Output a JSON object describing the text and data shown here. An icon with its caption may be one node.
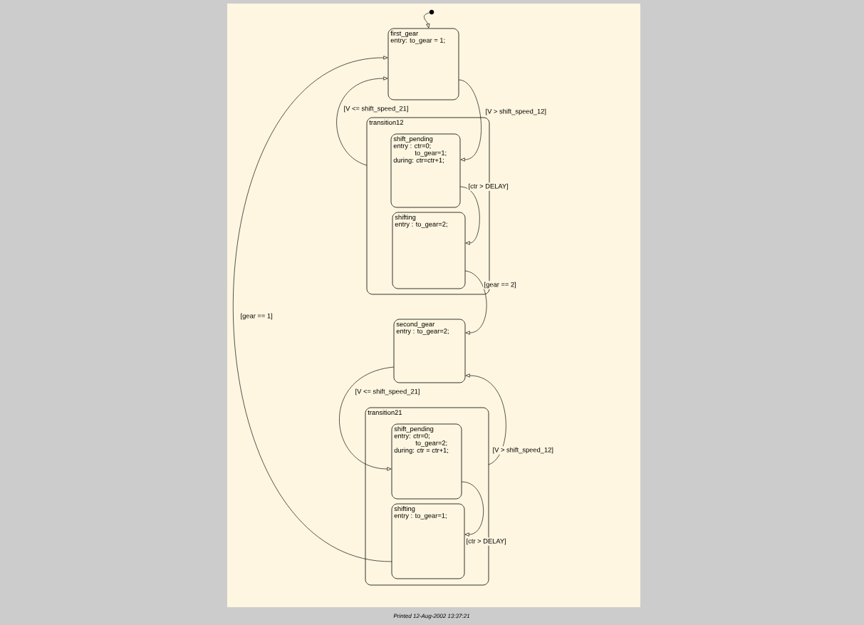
{
  "diagram": {
    "nodes": [
      {
        "text": [
          "first_gear",
          "entry: to_gear = 1;"
        ]
      },
      {
        "text": [
          "transition12"
        ]
      },
      {
        "text": [
          "shift_pending",
          "entry : ctr=0;",
          "to_gear=1;",
          "during: ctr=ctr+1;"
        ],
        "in": 1
      },
      {
        "text": [
          "shifting",
          "entry : to_gear=2;"
        ],
        "in": 1
      },
      {
        "text": [
          "second_gear",
          "entry : to_gear=2;"
        ]
      },
      {
        "text": [
          "transition21"
        ]
      },
      {
        "text": [
          "shift_pending",
          "entry: ctr=0;",
          "to_gear=2;",
          "during: ctr = ctr+1;"
        ],
        "in": 5
      },
      {
        "text": [
          "shifting",
          "entry : to_gear=1;"
        ],
        "in": 5
      },
      {
        "text": [],
        "shape": "circle"
      }
    ],
    "edges": [
      {
        "from": 8,
        "to": 0,
        "arrow": "to"
      },
      {
        "from": 0,
        "to": 2,
        "arrow": "to",
        "label": "[V > shift_speed_12]"
      },
      {
        "from": 1,
        "to": 0,
        "arrow": "to",
        "label": "[V <= shift_speed_21]"
      },
      {
        "from": 2,
        "to": 3,
        "arrow": "to",
        "label": "[ctr > DELAY]"
      },
      {
        "from": 3,
        "to": 4,
        "arrow": "to",
        "label": "[gear == 2]"
      },
      {
        "from": 4,
        "to": 6,
        "arrow": "to",
        "label": "[V <= shift_speed_21]"
      },
      {
        "from": 5,
        "to": 4,
        "arrow": "to",
        "label": "[V > shift_speed_12]"
      },
      {
        "from": 6,
        "to": 7,
        "arrow": "to",
        "label": "[ctr > DELAY]"
      },
      {
        "from": 7,
        "to": 0,
        "arrow": "to",
        "label": "[gear == 1]"
      }
    ],
    "labels": [
      "Printed 12-Aug-2002 13:37:21"
    ]
  }
}
